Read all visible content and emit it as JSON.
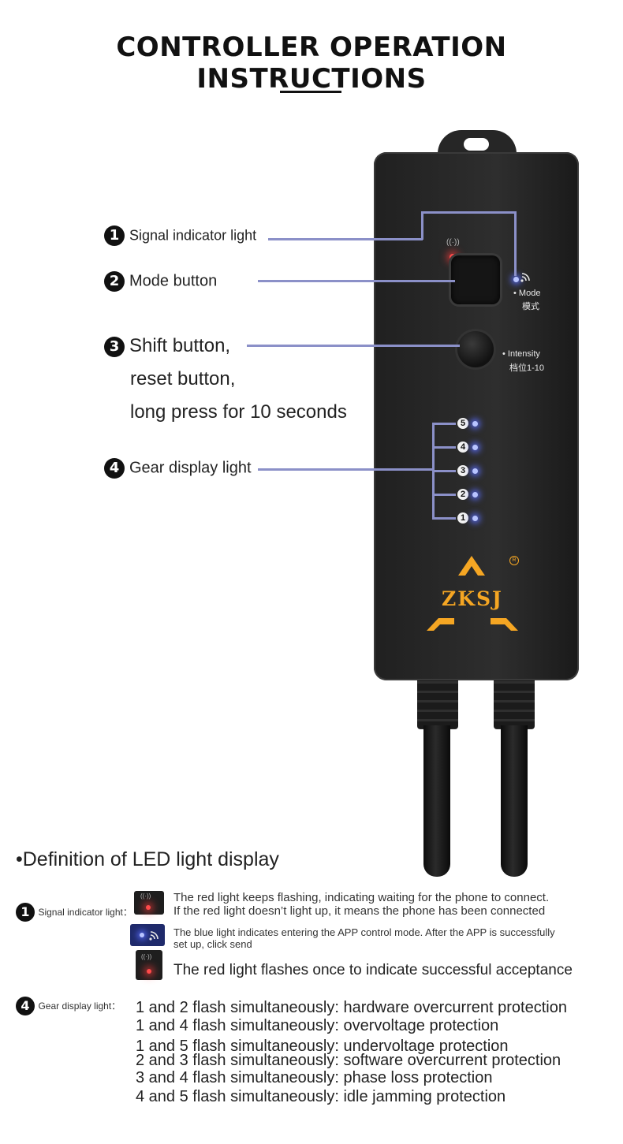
{
  "title": "CONTROLLER OPERATION INSTRUCTIONS",
  "callouts": {
    "c1": {
      "num": "1",
      "text": "Signal indicator light"
    },
    "c2": {
      "num": "2",
      "text": "Mode button"
    },
    "c3": {
      "num": "3",
      "line1": "Shift button,",
      "line2": "reset button,",
      "line3": "long press for 10 seconds"
    },
    "c4": {
      "num": "4",
      "text": "Gear display light"
    }
  },
  "device": {
    "mode_label": "Mode",
    "mode_label_cn": "模式",
    "intensity_label": "Intensity",
    "intensity_label_cn": "档位1-10",
    "gears": [
      "5",
      "4",
      "3",
      "2",
      "1"
    ],
    "brand": "ZKSJ",
    "registered": "R",
    "accent_color": "#f5a623",
    "led_red": "#ff4a4a",
    "led_blue": "#5a6eff"
  },
  "legend": {
    "heading": "•Definition of LED light display",
    "signal": {
      "num": "1",
      "label": "Signal indicator light：",
      "row1_line1": "The red light keeps flashing, indicating waiting for the phone to connect.",
      "row1_line2": "If the red light doesn’t light up, it means the phone has been connected",
      "row2_line1": "The blue light indicates entering the APP control mode. After the APP is successfully",
      "row2_line2": "set up, click send",
      "row3": "The red light flashes once to indicate successful acceptance"
    },
    "gear": {
      "num": "4",
      "label": "Gear display light：",
      "items": [
        "1 and 2 flash simultaneously: hardware overcurrent protection",
        "1 and 4 flash simultaneously: overvoltage protection",
        "1 and 5 flash simultaneously: undervoltage protection",
        "2 and 3 flash simultaneously: software overcurrent protection",
        "3 and 4 flash simultaneously: phase loss protection",
        "4 and 5 flash simultaneously: idle jamming protection"
      ]
    }
  }
}
